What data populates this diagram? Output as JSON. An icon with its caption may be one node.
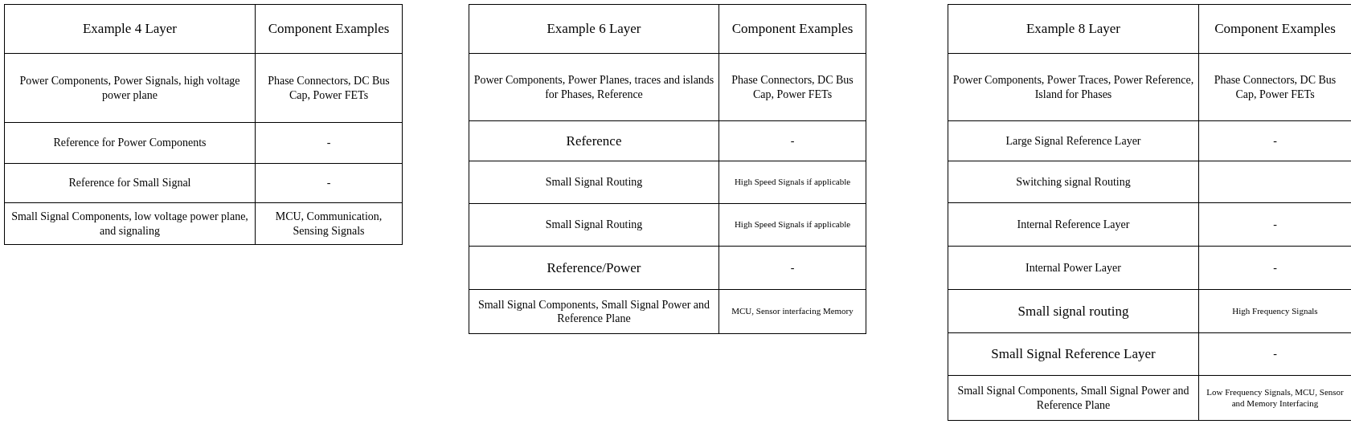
{
  "diagram": {
    "labels": [
      "Example 4 Layer",
      "Component Examples",
      "Power Components, Power Signals, high voltage power plane",
      "Phase Connectors, DC Bus Cap, Power FETs",
      "Reference for Power Components",
      "-",
      "Reference for Small Signal",
      "-",
      "Small Signal Components, low voltage power plane, and signaling",
      "MCU, Communication, Sensing Signals",
      "Example 6 Layer",
      "Component Examples",
      "Power Components, Power Planes, traces and islands for Phases, Reference",
      "Phase Connectors, DC Bus Cap, Power FETs",
      "Reference",
      "-",
      "Small Signal Routing",
      "High Speed Signals if applicable",
      "Small Signal Routing",
      "High Speed Signals if applicable",
      "Reference/Power",
      "-",
      "Small Signal Components, Small Signal Power and Reference Plane",
      "MCU, Sensor interfacing Memory",
      "Example 8 Layer",
      "Component Examples",
      "Power Components, Power Traces, Power Reference, Island for Phases",
      "Phase Connectors, DC Bus Cap, Power FETs",
      "Large Signal Reference Layer",
      "-",
      "Switching signal Routing",
      "Internal Reference Layer",
      "-",
      "Internal Power Layer",
      "-",
      "Small signal routing",
      "High Frequency Signals",
      "Small Signal Reference Layer",
      "-",
      "Small Signal Components, Small Signal Power and Reference Plane",
      "Low Frequency Signals, MCU, Sensor and Memory Interfacing"
    ]
  }
}
